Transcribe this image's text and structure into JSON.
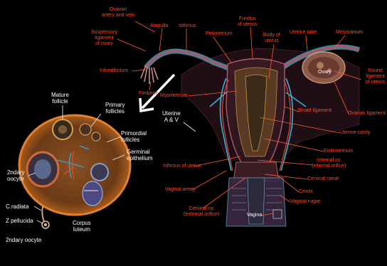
{
  "labels": {
    "ovarian_artery_vein": "Ovarian\nartery and vein",
    "suspensory_ligament": "Suspensory\nligament\nof ovary",
    "ampulla": "Ampulla",
    "isthmus": "Isthmus",
    "perimetrium": "Perimetrium",
    "fundus_of_uterus": "Fundus\nof uterus",
    "body_of_uterus": "Body of\nuterus",
    "uterine_tube": "Uterine tube",
    "mesovarium": "Mesovarium",
    "infundibulum": "Infundibulum",
    "ovary": "Ovary",
    "round_ligament": "Round\nligament\nof uterus",
    "fimbriae": "Fimbriae",
    "myometrium": "Myometrium",
    "broad_ligament": "Broad ligament",
    "ovarian_ligament": "Ovarian ligament",
    "uterine_cavity": "Uterine cavity",
    "endometrium": "Endometrium",
    "internal_os": "Internal os\n(internal orifice)",
    "isthmus_of_uterus": "Isthmus of uterus",
    "cervical_canal": "Cervical canal",
    "vaginal_artery": "Vaginal artery",
    "cervix": "Cervix",
    "vaginal_rugae": "Vaginal rugae",
    "cervical_os": "Cervical os\n(external orifice)",
    "vagina": "Vagina",
    "uterine_a_v": "Uterine\nA & V",
    "mature_follicle": "Mature\nfollicle",
    "primary_follicles": "Primary\nfollicles",
    "primordial_follicles": "Primordial\nfollicles",
    "germinal_epithelium": "Germinal\nepithelium",
    "secondary_oocyte_left": "2ndary\noocyte",
    "c_radiata": "C.radiata",
    "z_pellucida": "Z pellucida",
    "secondary_oocyte_bottom": "2ndary oocyte",
    "corpus_luteum": "Corpus\nluteum"
  }
}
